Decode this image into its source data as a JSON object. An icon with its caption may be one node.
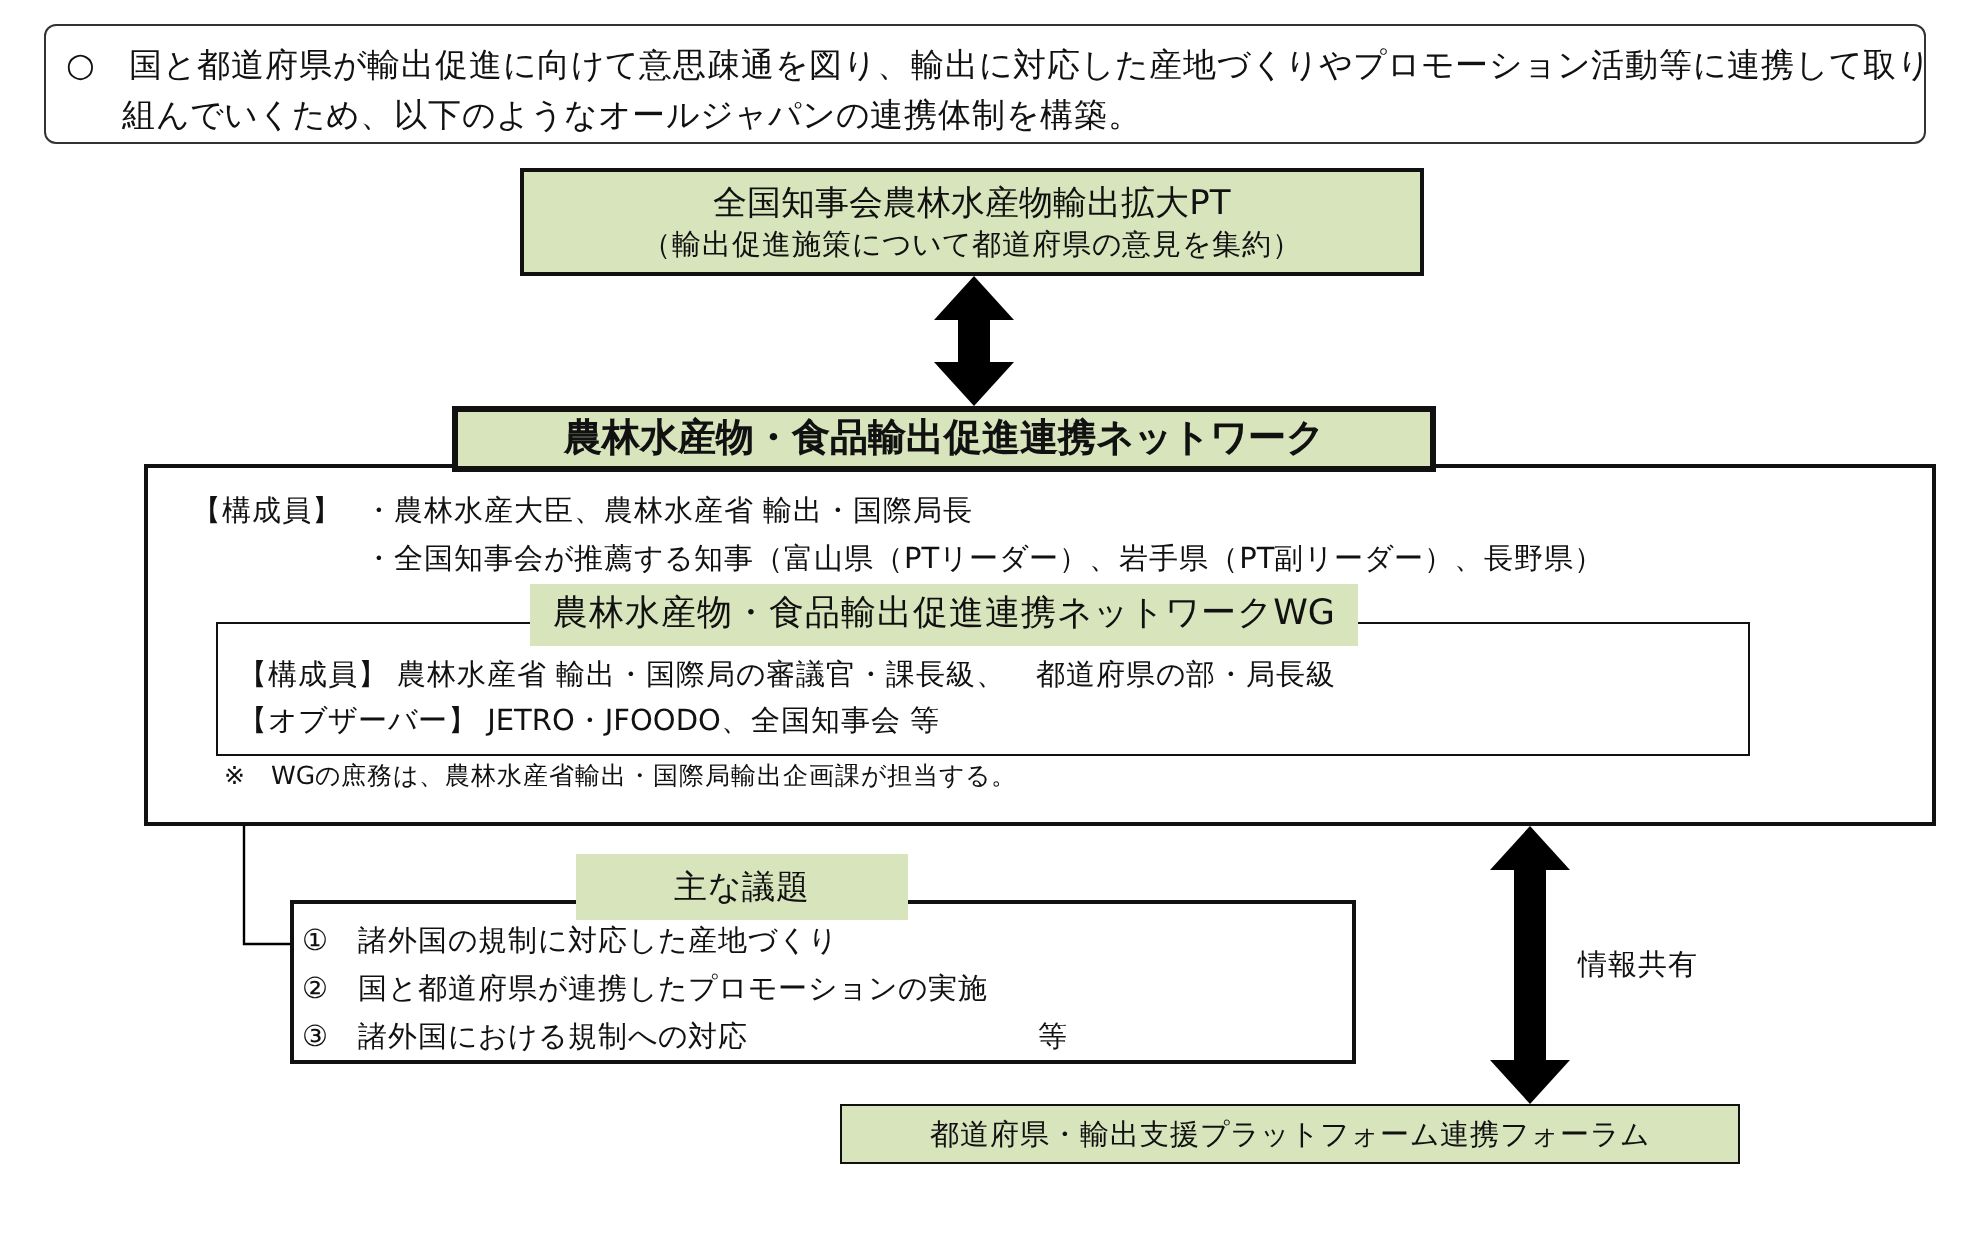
{
  "diagram": {
    "nodes": [
      {
        "text": [
          "○　国と都道府県が輸出促進に向けて意思疎通を図り、輸出に対応した産地づくりやプロモーション活動等に連携して取り組んでいくため、以下のようなオールジャパンの連携体制を構築。"
        ]
      },
      {
        "text": [
          "全国知事会農林水産物輸出拡大PT",
          "（輸出促進施策について都道府県の意見を集約）"
        ]
      },
      {
        "text": [
          "農林水産物・食品輸出促進連携ネットワーク"
        ]
      },
      {
        "text": [
          "【構成員】",
          "・農林水産大臣、農林水産省 輸出・国際局長",
          "・全国知事会が推薦する知事（富山県（PTリーダー）、岩手県（PT副リーダー）、長野県）",
          "※　WGの庶務は、農林水産省輸出・国際局輸出企画課が担当する。"
        ]
      },
      {
        "text": [
          "農林水産物・食品輸出促進連携ネットワークWG",
          "【構成員】 農林水産省 輸出・国際局の審議官・課長級、　都道府県の部・局長級",
          "【オブザーバー】 JETRO・JFOODO、全国知事会 等"
        ],
        "in": 3
      },
      {
        "text": [
          "主な議題",
          "①　諸外国の規制に対応した産地づくり",
          "②　国と都道府県が連携したプロモーションの実施",
          "③　諸外国における規制への対応",
          "等"
        ]
      },
      {
        "text": [
          "都道府県・輸出支援プラットフォーム連携フォーラム"
        ]
      }
    ],
    "edges": [
      {
        "from": 1,
        "to": 2,
        "arrow": "both"
      },
      {
        "from": 3,
        "to": 5,
        "arrow": "none"
      },
      {
        "from": 3,
        "to": 6,
        "arrow": "both",
        "label": "情報共有"
      }
    ]
  }
}
